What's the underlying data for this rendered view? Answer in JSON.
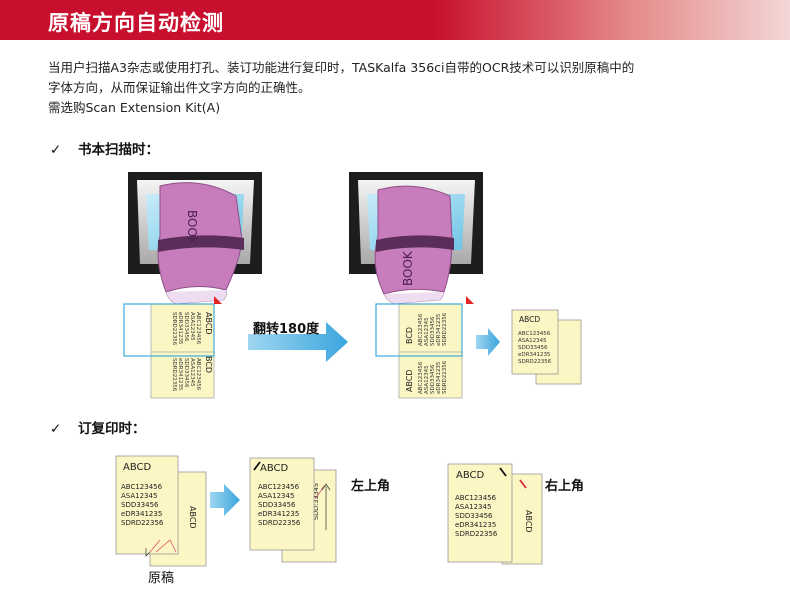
{
  "header": {
    "title": "原稿方向自动检测"
  },
  "intro": {
    "line1": "当用户扫描A3杂志或使用打孔、装订功能进行复印时，TASKalfa 356ci自带的OCR技术可以识别原稿中的",
    "line2": "字体方向，从而保证输出件文字方向的正确性。",
    "line3": "需选购Scan Extension Kit(A)"
  },
  "sections": {
    "book_scan": {
      "check": "✓",
      "label": "书本扫描时："
    },
    "binding_copy": {
      "check": "✓",
      "label": "订复印时："
    }
  },
  "book_scan": {
    "book_word": "BOOK",
    "flip_label": "翻转180度",
    "doc_header": "ABCD",
    "doc_header_short": "BCD",
    "doc_lines": [
      "ABC123456",
      "ASA12345",
      "SDD33456",
      "eDR341235",
      "SDRD22356"
    ]
  },
  "binding_copy": {
    "doc_header": "ABCD",
    "doc_lines": [
      "ABC123456",
      "ASA12345",
      "SDD33456",
      "eDR341235",
      "SDRD22356"
    ],
    "back_line": "SDD:33345",
    "original_label": "原稿",
    "top_left_label": "左上角",
    "top_right_label": "右上角"
  },
  "colors": {
    "header_red": "#c8102e",
    "paper_yellow": "#fbf6c4",
    "book_purple": "#c77dbb",
    "arrow_blue": "#5eb6e6",
    "scanner_glass": "#8fd3ee"
  }
}
